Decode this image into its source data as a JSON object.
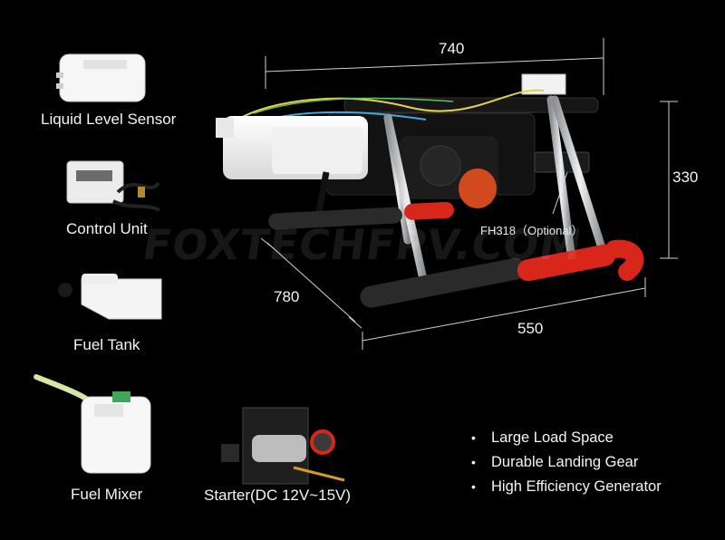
{
  "accessories": [
    {
      "name": "Liquid Level Sensor"
    },
    {
      "name": "Control Unit"
    },
    {
      "name": "Fuel Tank"
    },
    {
      "name": "Fuel Mixer"
    },
    {
      "name": "Starter(DC 12V~15V)"
    }
  ],
  "dimensions": {
    "width": "740",
    "height": "330",
    "length": "780",
    "base": "550"
  },
  "callout": "FH318（Optional）",
  "watermark": "FOXTECHFPV.COM",
  "features": [
    "Large Load Space",
    "Durable Landing Gear",
    "High Efficiency Generator"
  ],
  "bullet": "•",
  "colors": {
    "background": "#000000",
    "text": "#f4f4f4",
    "skid_red": "#d8261b",
    "frame_silver": "#bfc3c7"
  }
}
